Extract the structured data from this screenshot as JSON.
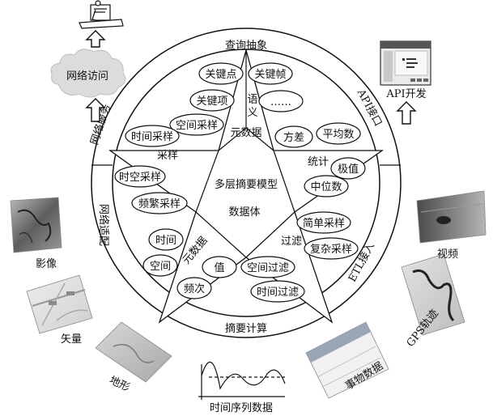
{
  "center": {
    "core_label": "多层摘要模型",
    "metadata_label": "元数据",
    "datavolume_label": "数据体",
    "semantics_label": "语\n义"
  },
  "ring": {
    "top": "查询抽象",
    "bottom": "摘要计算",
    "left_top": "网络服务",
    "left_bottom": "网络适配",
    "right_top": "API接口",
    "right_bottom": "ETL接入"
  },
  "star_regions": {
    "sampling": "采样",
    "statistics": "统计",
    "metadata_region": "元数据",
    "filter": "过滤"
  },
  "nodes": {
    "keypoint": "关键点",
    "keyframe": "关键帧",
    "keyitem": "关键项",
    "ellipsis": "……",
    "spatial_sampling": "空间采样",
    "temporal_sampling": "时间采样",
    "variance": "方差",
    "mean": "平均数",
    "extremum": "极值",
    "median": "中位数",
    "spatiotemporal_sampling": "时空采样",
    "frequent_sampling": "频繁采样",
    "simple_sampling": "简单采样",
    "complex_sampling": "复杂采样",
    "time": "时间",
    "space": "空间",
    "value": "值",
    "spatial_filter": "空间过滤",
    "frequency": "频次",
    "temporal_filter": "时间过滤"
  },
  "outer": {
    "network_access": "网络访问",
    "api_dev": "API开发",
    "imagery": "影像",
    "vector": "矢量",
    "terrain": "地形",
    "timeseries": "时间序列数据",
    "things": "事物数据",
    "gps": "GPS轨迹",
    "video": "视频"
  },
  "icons": [
    "computer-user-icon",
    "cloud-icon",
    "up-arrow-icon",
    "api-window-icon"
  ],
  "colors": {
    "stroke": "#111111",
    "background": "#ffffff"
  }
}
